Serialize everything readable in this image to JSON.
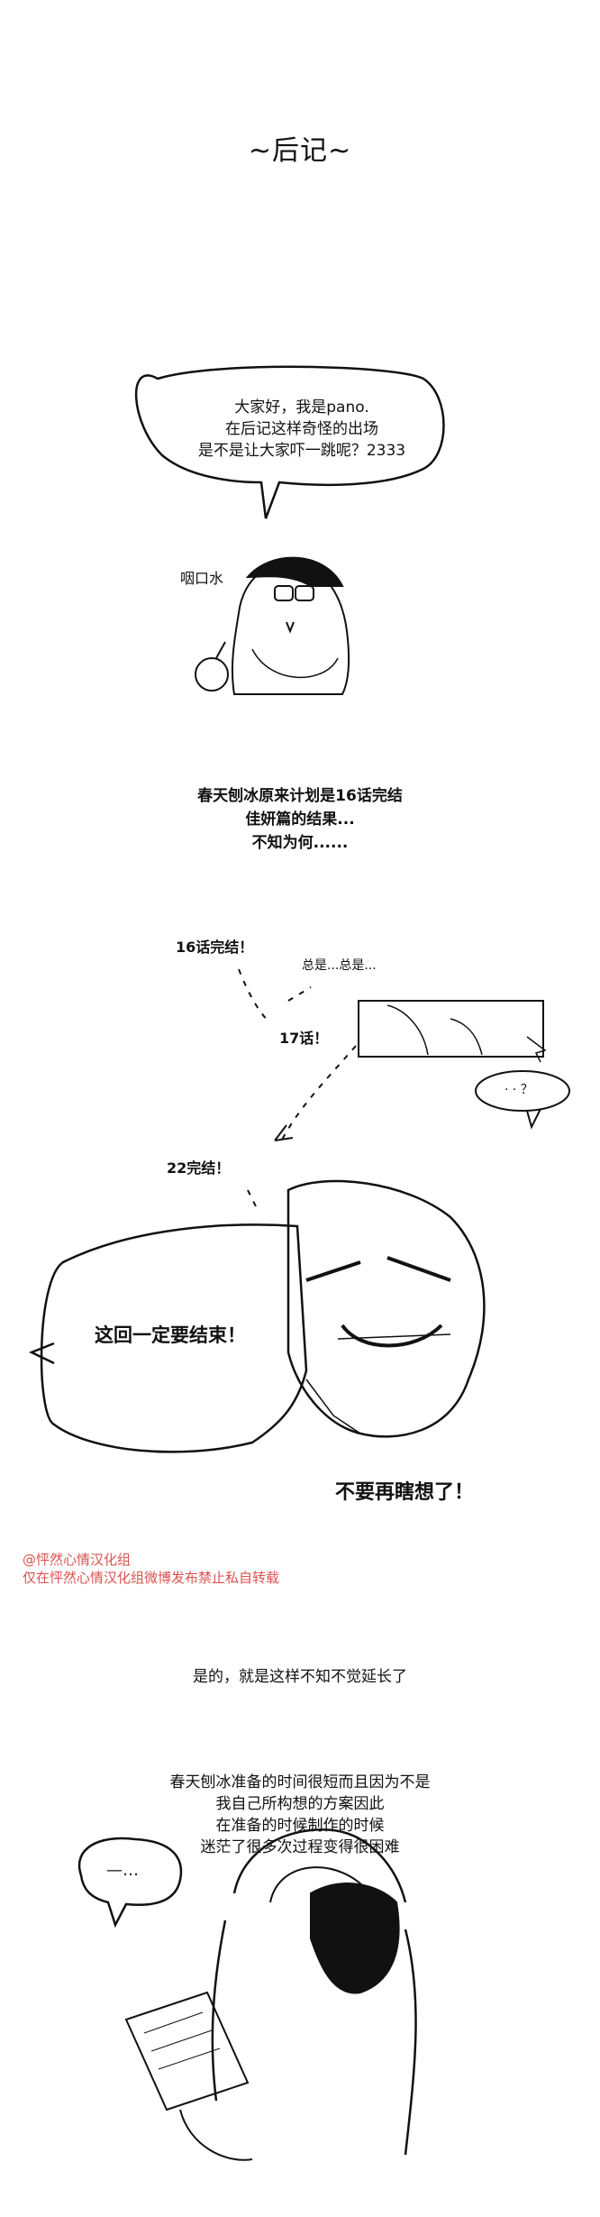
{
  "page": {
    "title": "~后记~",
    "intro_bubble": {
      "line1": "大家好，我是pano.",
      "line2": "在后记这样奇怪的出场",
      "line3": "是不是让大家吓一跳呢？2333"
    },
    "gulp_note": "咽口水",
    "plan_text": {
      "line1": "春天刨冰原来计划是16话完结",
      "line2": "佳妍篇的结果...",
      "line3": "不知为何......"
    },
    "timeline": {
      "ep16": "16话完结！",
      "always": "总是...总是...",
      "ep17": "17话！",
      "bubble_question": "· · ？",
      "ep22": "22完结！"
    },
    "shout": {
      "must_end": "这回一定要结束！",
      "no_more": "不要再瞎想了！"
    },
    "credits": {
      "line1": "@怦然心情汉化组",
      "line2": "仅在怦然心情汉化组微博发布禁止私自转载"
    },
    "extend_text": "是的，就是这样不知不觉延长了",
    "prep_text": {
      "line1": "春天刨冰准备的时间很短而且因为不是",
      "line2": "我自己所构想的方案因此",
      "line3": "在准备的时候制作的时候",
      "line4": "迷茫了很多次过程变得很困难"
    },
    "final_bubble": "—…",
    "colors": {
      "ink": "#111111",
      "credit_red": "#d9534f",
      "background": "#ffffff"
    }
  }
}
